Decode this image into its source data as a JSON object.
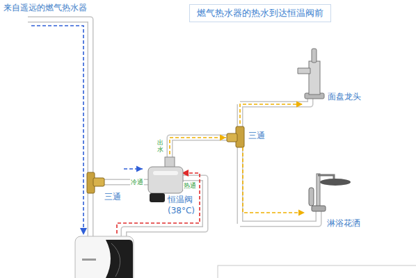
{
  "diagram": {
    "title": "燃气热水器的热水到达恒温阀前",
    "nodes": [
      {
        "text": [
          "三通"
        ]
      },
      {
        "text": [
          "恒温阀",
          "(38°C)"
        ]
      },
      {
        "text": [
          "三通"
        ]
      },
      {
        "text": [
          "面盘龙头"
        ]
      },
      {
        "text": [
          "淋浴花洒"
        ]
      }
    ],
    "edges": [
      {
        "from": 0,
        "to": 1,
        "arrow": "to"
      },
      {
        "from": 1,
        "to": 2,
        "arrow": "to"
      },
      {
        "from": 2,
        "to": 3,
        "arrow": "to"
      },
      {
        "from": 2,
        "to": 4,
        "arrow": "to"
      }
    ],
    "labels": [
      "来自遥远的燃气热水器",
      "冷通",
      "出水",
      "热通"
    ]
  }
}
